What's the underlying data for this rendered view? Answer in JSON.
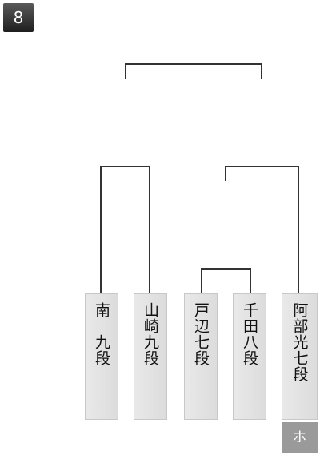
{
  "bracket": {
    "number": "8",
    "players": [
      {
        "id": "minami",
        "name": "南　九段"
      },
      {
        "id": "yamazaki",
        "name": "山崎九段"
      },
      {
        "id": "tobe",
        "name": "戸辺七段"
      },
      {
        "id": "senda",
        "name": "千田八段"
      },
      {
        "id": "abe",
        "name": "阿部光七段"
      }
    ],
    "seed_marker": "ホ"
  }
}
